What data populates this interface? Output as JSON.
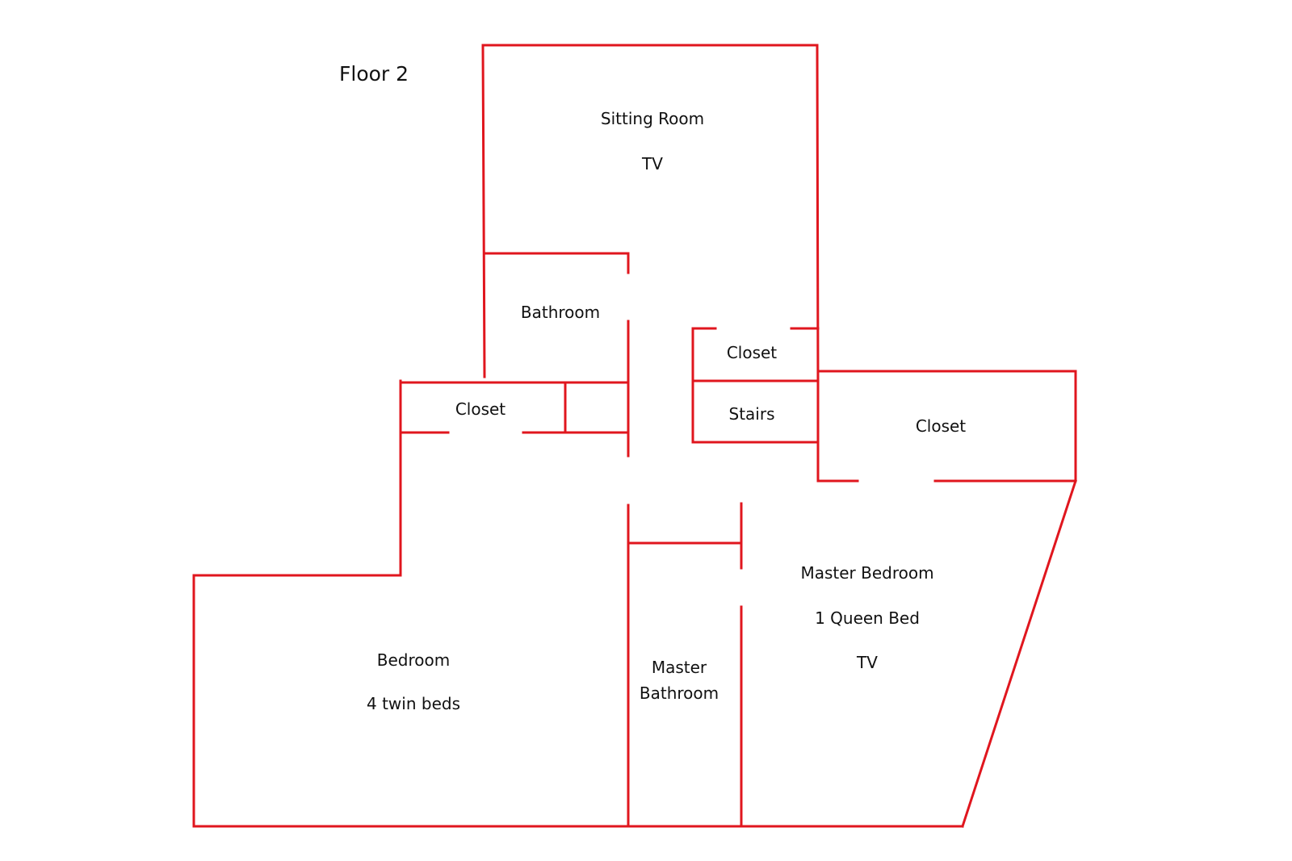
{
  "title": "Floor 2",
  "wall_color": "#e0161e",
  "rooms": {
    "sitting_room": {
      "name": "Sitting Room",
      "note": "TV"
    },
    "bathroom": {
      "name": "Bathroom"
    },
    "closet_hall": {
      "name": "Closet"
    },
    "closet_upper": {
      "name": "Closet"
    },
    "stairs": {
      "name": "Stairs"
    },
    "closet_right": {
      "name": "Closet"
    },
    "bedroom": {
      "name": "Bedroom",
      "note": "4 twin beds"
    },
    "master_bathroom": {
      "name_line1": "Master",
      "name_line2": "Bathroom"
    },
    "master_bedroom": {
      "name": "Master Bedroom",
      "note1": "1 Queen Bed",
      "note2": "TV"
    }
  }
}
